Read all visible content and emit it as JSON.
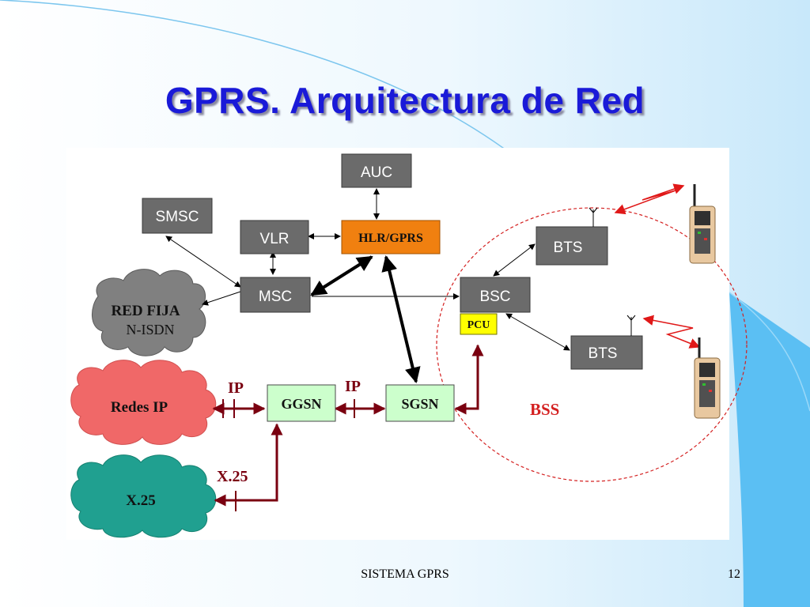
{
  "slide": {
    "title": "GPRS. Arquitectura de Red",
    "footer_text": "SISTEMA GPRS",
    "page_number": "12"
  },
  "diagram": {
    "nodes": {
      "auc": "AUC",
      "smsc": "SMSC",
      "vlr": "VLR",
      "hlr": "HLR/GPRS",
      "msc": "MSC",
      "bsc": "BSC",
      "pcu": "PCU",
      "bts_top": "BTS",
      "bts_bottom": "BTS",
      "ggsn": "GGSN",
      "sgsn": "SGSN"
    },
    "clouds": {
      "red_fija_line1": "RED FIJA",
      "red_fija_line2": "N-ISDN",
      "redes_ip": "Redes IP",
      "x25": "X.25"
    },
    "link_labels": {
      "ip_left": "IP",
      "ip_right": "IP",
      "x25": "X.25"
    },
    "bss_label": "BSS"
  },
  "colors": {
    "title": "#1a1ad8",
    "gray_box": "#6b6b6b",
    "hlr_box": "#f08010",
    "pcu_box": "#ffff00",
    "green_box": "#ccffcc",
    "link_dark_red": "#7a0010",
    "bss_circle": "#d42020",
    "cloud_red_fija": "#808080",
    "cloud_redes_ip": "#f06868",
    "cloud_x25": "#20a090"
  }
}
